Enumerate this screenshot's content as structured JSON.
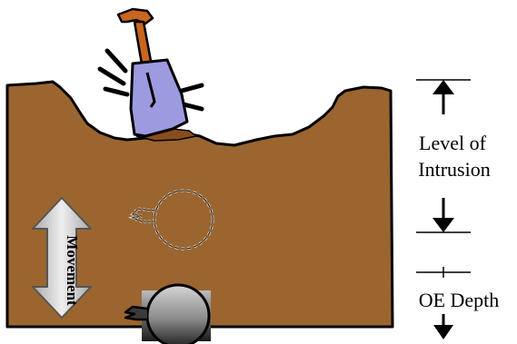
{
  "labels": {
    "intrusion_line1": "Level of",
    "intrusion_line2": "Intrusion",
    "oe_depth": "OE Depth",
    "movement": "Movement"
  },
  "icons": {
    "shovel": "shovel-icon",
    "ordnance_original": "ordnance-icon",
    "ordnance_moved": "ordnance-outline-icon",
    "movement_arrow": "double-arrow-icon"
  },
  "colors": {
    "soil": "#9B6530",
    "shovel_blade": "#9C9BE0",
    "shovel_handle": "#C8661E",
    "ordnance_dark": "#3a3a3a",
    "ordnance_light": "#c8c8c8",
    "arrow_fill": "#cfcfcf"
  }
}
